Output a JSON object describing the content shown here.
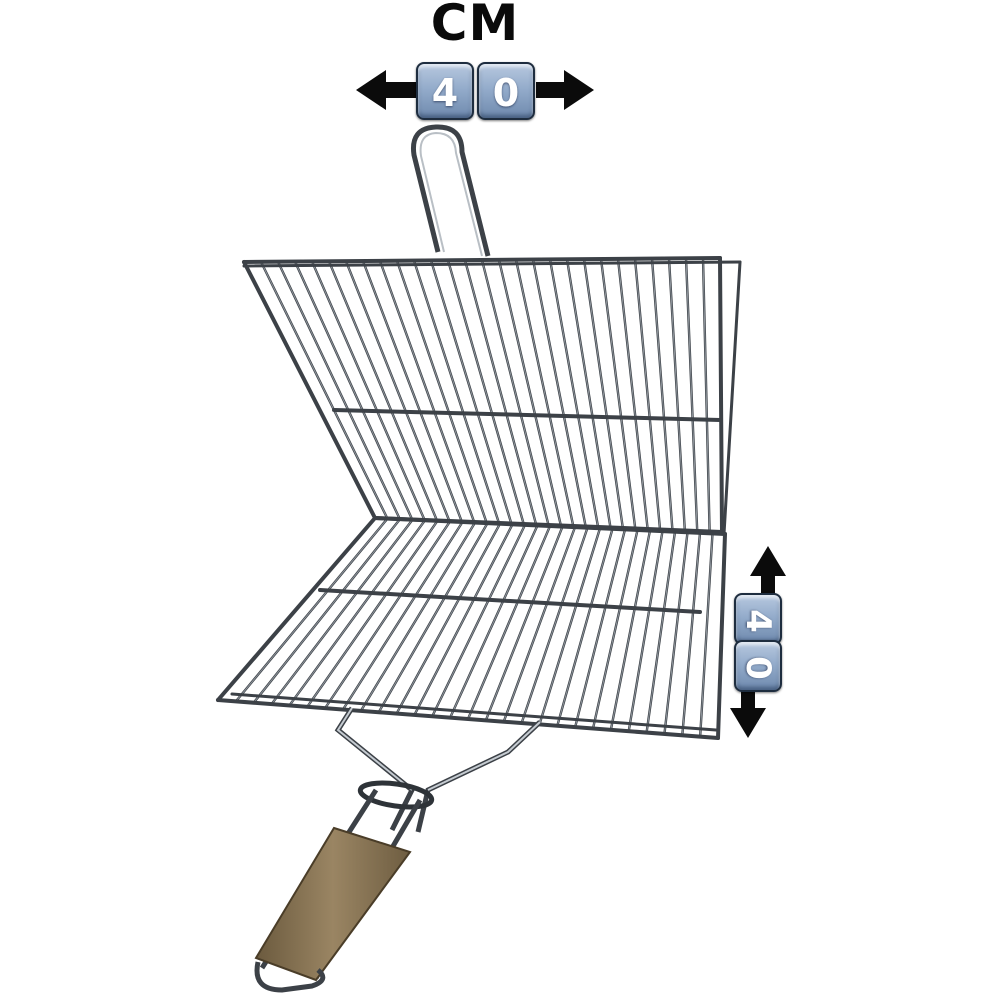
{
  "dimension_label": {
    "unit": "CM",
    "width_digits": [
      "4",
      "0"
    ],
    "height_digits": [
      "4",
      "0"
    ]
  },
  "colors": {
    "wire": "#8e959c",
    "wire_dark": "#3c4147",
    "handle_wood": "#8e7a5c",
    "key_fill": "#94accb",
    "arrow": "#0b0b0b"
  },
  "icons": {
    "width_arrow": "double-horizontal-arrow",
    "height_arrow": "double-vertical-arrow"
  }
}
